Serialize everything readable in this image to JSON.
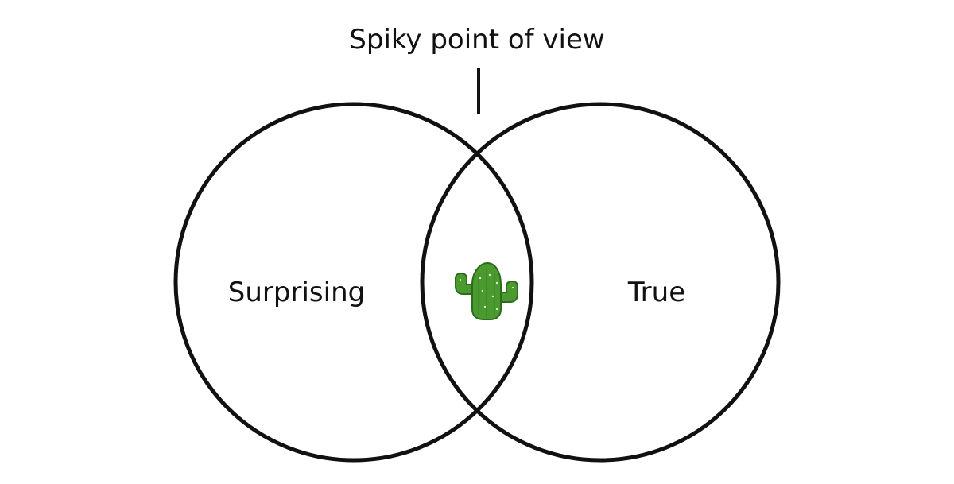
{
  "diagram": {
    "title": "Spiky point of view",
    "left_circle_label": "Surprising",
    "right_circle_label": "True",
    "intersection_icon": "cactus-icon"
  },
  "colors": {
    "stroke": "#111111",
    "background": "#ffffff",
    "cactus": "#4a9a2f"
  }
}
